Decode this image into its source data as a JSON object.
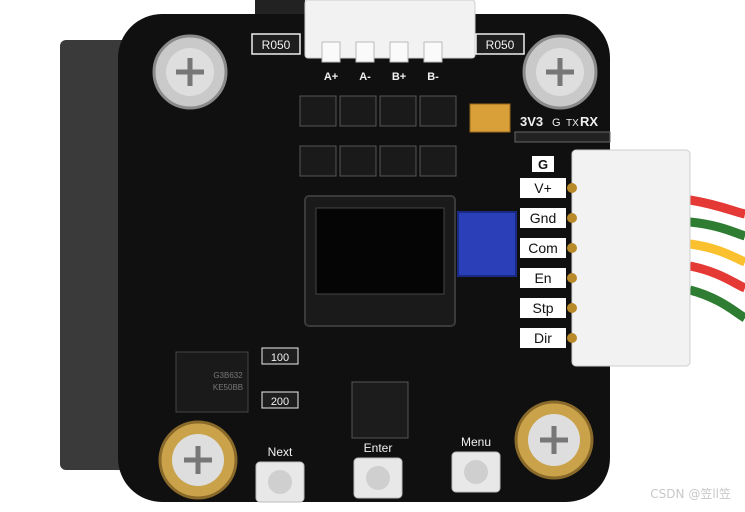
{
  "board": {
    "labels": {
      "resistor_left": "R050",
      "resistor_right": "R050",
      "coil_a_pos": "A+",
      "coil_a_neg": "A-",
      "coil_b_pos": "B+",
      "coil_b_neg": "B-",
      "uart_3v3": "3V3",
      "uart_g": "G",
      "uart_tx": "TX",
      "uart_rx": "RX",
      "res_100": "100",
      "res_200": "200",
      "chip_line1": "G3B632",
      "chip_line2": "KE50BB"
    },
    "connector_pins": [
      "G",
      "V+",
      "Gnd",
      "Com",
      "En",
      "Stp",
      "Dir"
    ],
    "buttons": {
      "next": "Next",
      "enter": "Enter",
      "menu": "Menu"
    }
  },
  "colors": {
    "pcb": "#101010",
    "motor": "#3a3a3a",
    "potentiometer": "#2a3fb8",
    "connector": "#f2f2f2",
    "wire_colors": [
      "#e53935",
      "#2e7d32",
      "#fbc02d",
      "#e53935",
      "#2e7d32"
    ]
  },
  "watermark": "CSDN @笠ll笠"
}
